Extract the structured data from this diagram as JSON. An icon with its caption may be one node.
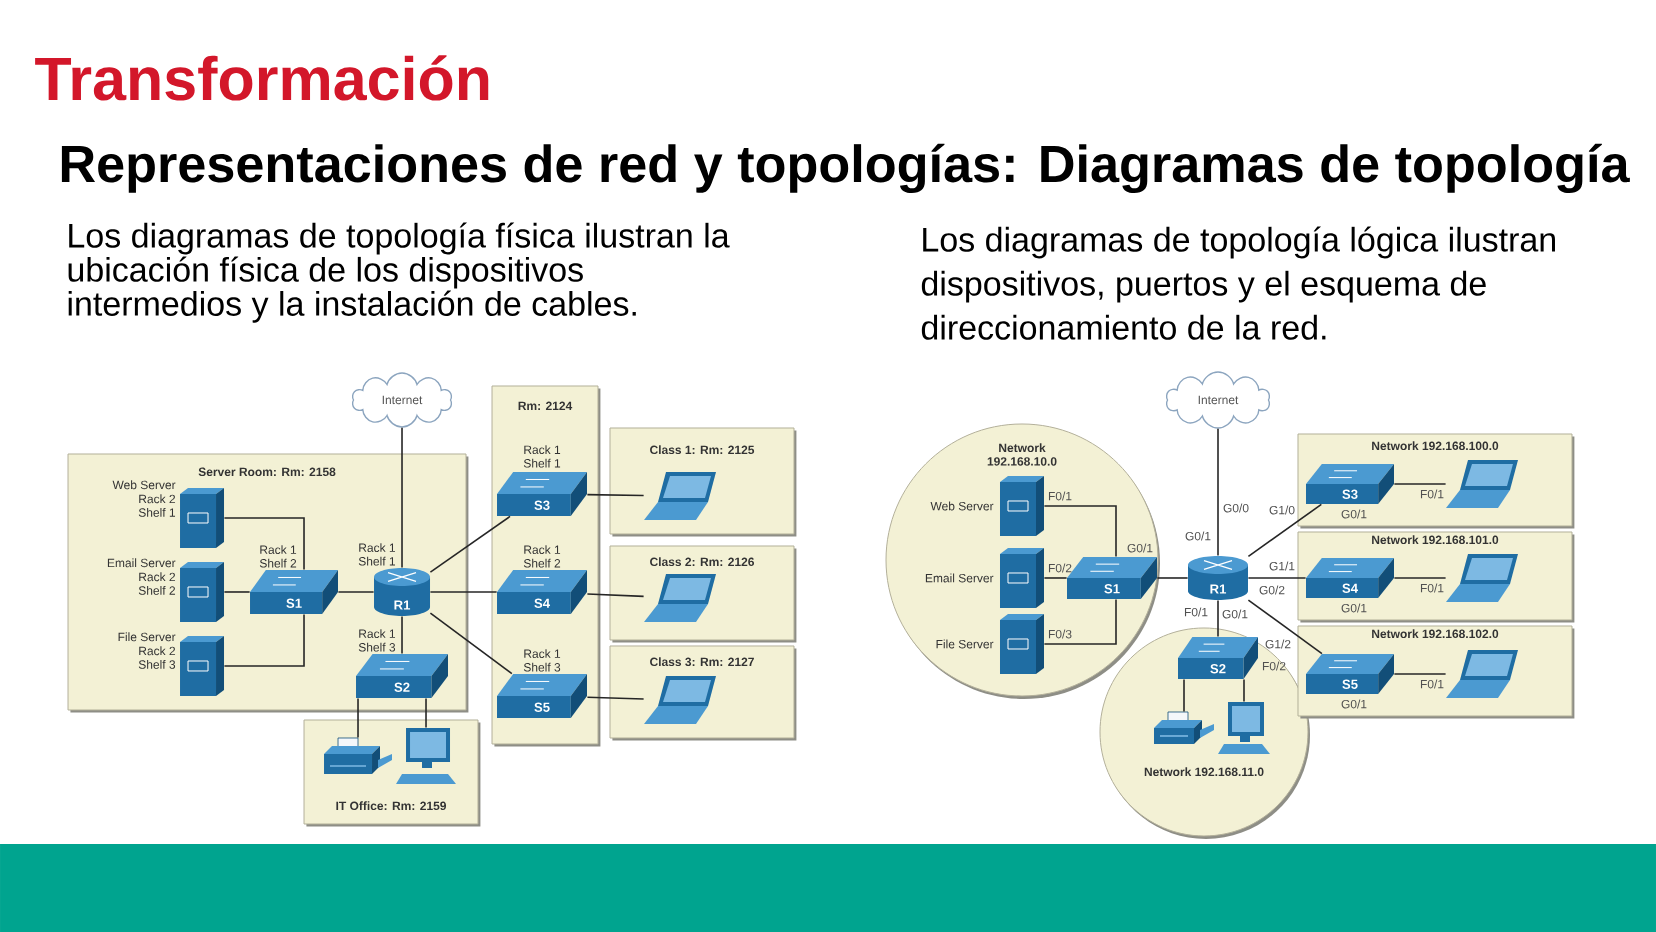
{
  "diagram": {
    "title": "Transformación",
    "nodes": [
      {
        "text": [
          "Internet"
        ]
      },
      {
        "text": [
          "Server Room: Rm: 2158"
        ]
      },
      {
        "text": [],
        "shape": "picture",
        "in": 1,
        "beside": [
          "Web Server",
          "Rack 2 Shelf 1"
        ]
      },
      {
        "text": [],
        "shape": "picture",
        "in": 1,
        "beside": [
          "Email Server",
          "Rack 2 Shelf 2"
        ]
      },
      {
        "text": [],
        "shape": "picture",
        "in": 1,
        "beside": [
          "File Server",
          "Rack 2 Shelf 3"
        ]
      },
      {
        "text": [
          "S1"
        ],
        "in": 1,
        "beside": [
          "Rack 1 Shelf 2"
        ]
      },
      {
        "text": [
          "R1"
        ],
        "in": 1,
        "beside": [
          "Rack 1 Shelf 1"
        ]
      },
      {
        "text": [
          "S2"
        ],
        "in": 1,
        "beside": [
          "Rack 1 Shelf 3"
        ]
      },
      {
        "text": [
          "IT Office: Rm: 2159"
        ]
      },
      {
        "text": [],
        "shape": "picture",
        "in": 8
      },
      {
        "text": [],
        "shape": "picture",
        "in": 8
      },
      {
        "text": [
          "Rm: 2124"
        ]
      },
      {
        "text": [
          "S3"
        ],
        "in": 11,
        "beside": [
          "Rack 1 Shelf 1"
        ]
      },
      {
        "text": [
          "S4"
        ],
        "in": 11,
        "beside": [
          "Rack 1 Shelf 2"
        ]
      },
      {
        "text": [
          "S5"
        ],
        "in": 11,
        "beside": [
          "Rack 1 Shelf 3"
        ]
      },
      {
        "text": [
          "Class 1: Rm: 2125"
        ]
      },
      {
        "text": [],
        "shape": "picture",
        "in": 15
      },
      {
        "text": [
          "Class 2: Rm: 2126"
        ]
      },
      {
        "text": [],
        "shape": "picture",
        "in": 17
      },
      {
        "text": [
          "Class 3: Rm: 2127"
        ]
      },
      {
        "text": [],
        "shape": "picture",
        "in": 19
      },
      {
        "text": [
          "Internet"
        ]
      },
      {
        "text": [
          "Network 192.168.10.0"
        ]
      },
      {
        "text": [],
        "shape": "picture",
        "in": 22,
        "beside": [
          "Web Server"
        ]
      },
      {
        "text": [],
        "shape": "picture",
        "in": 22,
        "beside": [
          "Email Server"
        ]
      },
      {
        "text": [],
        "shape": "picture",
        "in": 22,
        "beside": [
          "File Server"
        ]
      },
      {
        "text": [
          "S1"
        ],
        "in": 22
      },
      {
        "text": [
          "R1"
        ]
      },
      {
        "text": [
          "Network 192.168.11.0"
        ]
      },
      {
        "text": [
          "S2"
        ],
        "in": 28
      },
      {
        "text": [],
        "shape": "picture",
        "in": 28
      },
      {
        "text": [],
        "shape": "picture",
        "in": 28
      },
      {
        "text": [
          "Network 192.168.100.0"
        ]
      },
      {
        "text": [
          "S3"
        ],
        "in": 32
      },
      {
        "text": [],
        "shape": "picture",
        "in": 32
      },
      {
        "text": [
          "Network 192.168.101.0"
        ]
      },
      {
        "text": [
          "S4"
        ],
        "in": 35
      },
      {
        "text": [],
        "shape": "picture",
        "in": 35
      },
      {
        "text": [
          "Network 192.168.102.0"
        ]
      },
      {
        "text": [
          "S5"
        ],
        "in": 38
      },
      {
        "text": [],
        "shape": "picture",
        "in": 38
      }
    ],
    "edges": [
      {
        "from": 0,
        "to": 6,
        "arrow": "none"
      },
      {
        "from": 2,
        "to": 5,
        "arrow": "none"
      },
      {
        "from": 3,
        "to": 5,
        "arrow": "none"
      },
      {
        "from": 4,
        "to": 5,
        "arrow": "none"
      },
      {
        "from": 5,
        "to": 6,
        "arrow": "none"
      },
      {
        "from": 6,
        "to": 12,
        "arrow": "none"
      },
      {
        "from": 6,
        "to": 13,
        "arrow": "none"
      },
      {
        "from": 6,
        "to": 14,
        "arrow": "none"
      },
      {
        "from": 6,
        "to": 7,
        "arrow": "none"
      },
      {
        "from": 7,
        "to": 9,
        "arrow": "none"
      },
      {
        "from": 7,
        "to": 10,
        "arrow": "none"
      },
      {
        "from": 12,
        "to": 16,
        "arrow": "none"
      },
      {
        "from": 13,
        "to": 18,
        "arrow": "none"
      },
      {
        "from": 14,
        "to": 20,
        "arrow": "none"
      },
      {
        "from": 21,
        "to": 27,
        "arrow": "none"
      },
      {
        "from": 23,
        "to": 26,
        "arrow": "none"
      },
      {
        "from": 24,
        "to": 26,
        "arrow": "none"
      },
      {
        "from": 25,
        "to": 26,
        "arrow": "none"
      },
      {
        "from": 26,
        "to": 27,
        "arrow": "none"
      },
      {
        "from": 27,
        "to": 33,
        "arrow": "none"
      },
      {
        "from": 27,
        "to": 36,
        "arrow": "none"
      },
      {
        "from": 27,
        "to": 39,
        "arrow": "none"
      },
      {
        "from": 27,
        "to": 29,
        "arrow": "none"
      },
      {
        "from": 29,
        "to": 30,
        "arrow": "none"
      },
      {
        "from": 29,
        "to": 31,
        "arrow": "none"
      },
      {
        "from": 33,
        "to": 34,
        "arrow": "none"
      },
      {
        "from": 36,
        "to": 37,
        "arrow": "none"
      },
      {
        "from": 39,
        "to": 40,
        "arrow": "none"
      }
    ],
    "labels": [
      "Representaciones de red y topologías: Diagramas de topología",
      "Los diagramas de topología física ilustran la ubicación física de los dispositivos intermedios y la instalación de cables.",
      "Los diagramas de topología lógica ilustran dispositivos, puertos y el esquema de direccionamiento de la red.",
      "F0/1",
      "F0/2",
      "F0/3",
      "G0/1",
      "G0/0",
      "G0/1",
      "G1/0",
      "G1/1",
      "G0/2",
      "F0/1",
      "G0/1",
      "G1/2",
      "F0/2",
      "F0/1",
      "G0/1",
      "F0/1",
      "G0/1",
      "F0/1",
      "G0/1"
    ]
  }
}
